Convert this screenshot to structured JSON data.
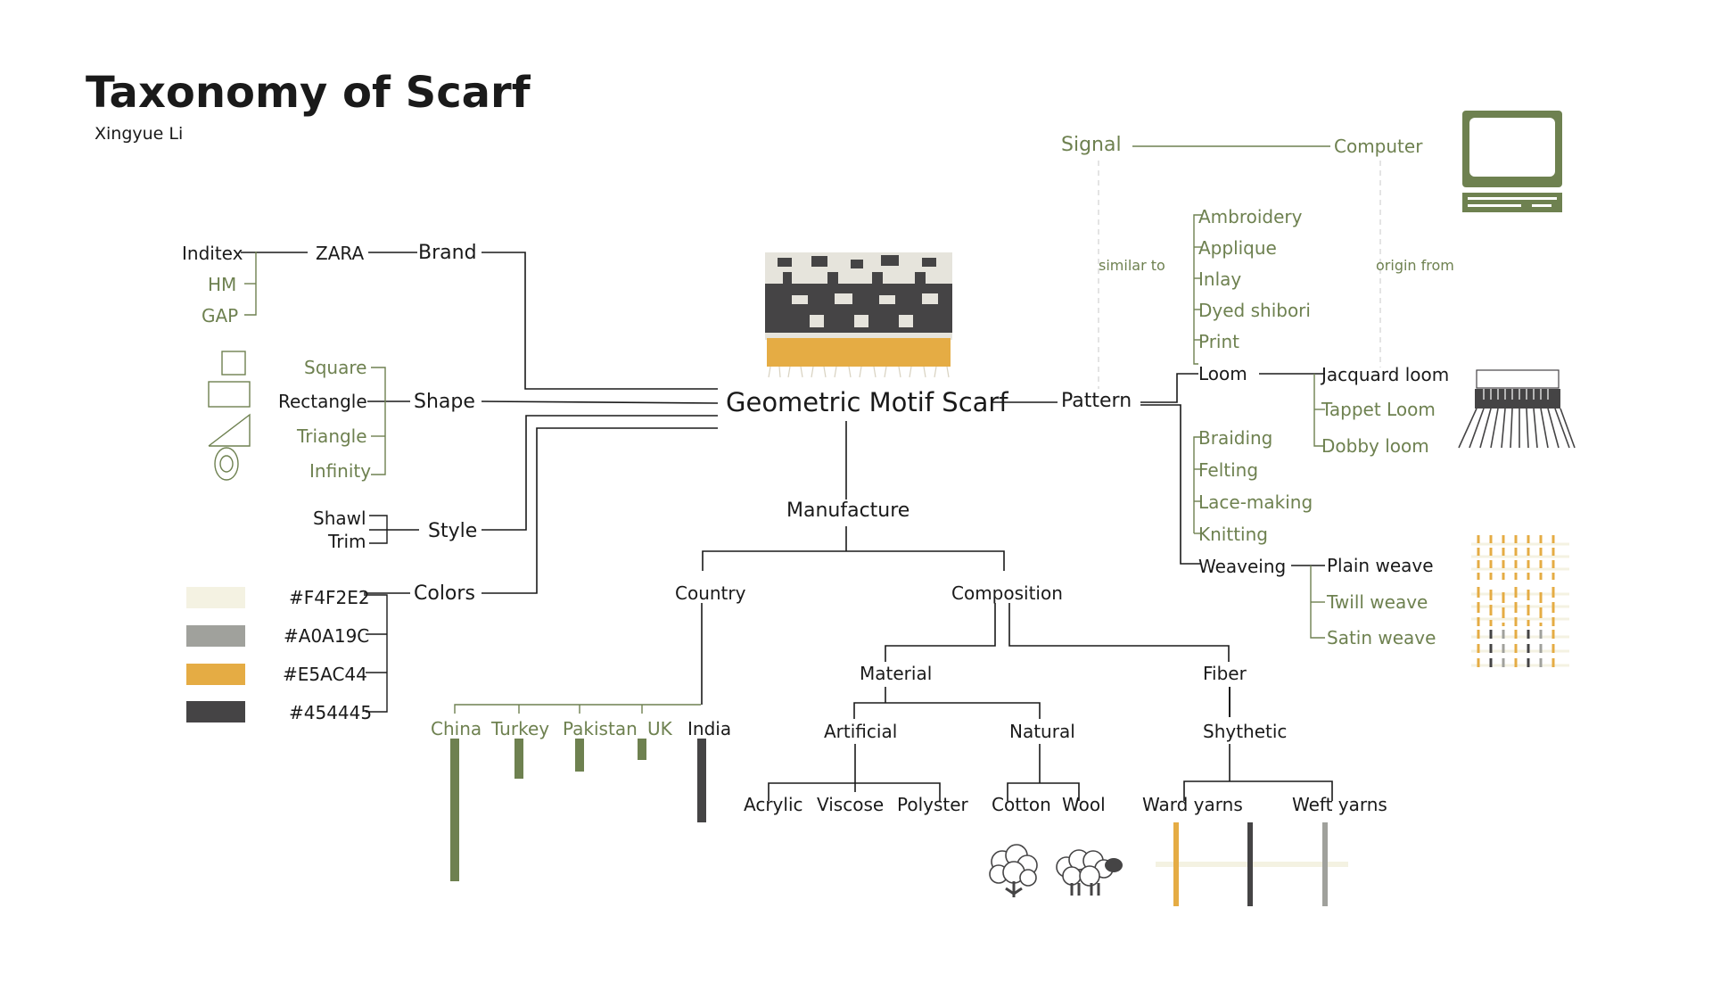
{
  "title": "Taxonomy of Scarf",
  "author": "Xingyue Li",
  "center": "Geometric Motif Scarf",
  "brand": {
    "label": "Brand",
    "zara": "ZARA",
    "companies": [
      "Inditex",
      "HM",
      "GAP"
    ]
  },
  "shape": {
    "label": "Shape",
    "items": [
      "Square",
      "Rectangle",
      "Triangle",
      "Infinity"
    ]
  },
  "style": {
    "label": "Style",
    "items": [
      "Shawl",
      "Trim"
    ]
  },
  "colors": {
    "label": "Colors",
    "items": [
      {
        "hex": "#F4F2E2",
        "label": "#F4F2E2"
      },
      {
        "hex": "#A0A19C",
        "label": "#A0A19C"
      },
      {
        "hex": "#E5AC44",
        "label": "#E5AC44"
      },
      {
        "hex": "#454445",
        "label": "#454445"
      }
    ]
  },
  "manufacture": {
    "label": "Manufacture",
    "country": {
      "label": "Country",
      "items": [
        {
          "name": "China",
          "share": 1.0
        },
        {
          "name": "Turkey",
          "share": 0.28
        },
        {
          "name": "Pakistan",
          "share": 0.23
        },
        {
          "name": "UK",
          "share": 0.15
        },
        {
          "name": "India",
          "share": 0.59
        }
      ]
    },
    "composition": {
      "label": "Composition",
      "material": {
        "label": "Material",
        "artificial": {
          "label": "Artificial",
          "items": [
            "Acrylic",
            "Viscose",
            "Polyster"
          ]
        },
        "natural": {
          "label": "Natural",
          "items": [
            "Cotton",
            "Wool"
          ]
        }
      },
      "fiber": {
        "label": "Fiber",
        "synthetic": {
          "label": "Shythetic",
          "items": [
            "Ward yarns",
            "Weft yarns"
          ]
        }
      }
    }
  },
  "pattern": {
    "label": "Pattern",
    "signal": "Signal",
    "computer": "Computer",
    "similar_to": "similar to",
    "origin_from": "origin from",
    "techniques": [
      "Ambroidery",
      "Applique",
      "Inlay",
      "Dyed shibori",
      "Print"
    ],
    "loom": {
      "label": "Loom",
      "items": [
        "Jacquard loom",
        "Tappet Loom",
        "Dobby loom"
      ]
    },
    "textiles": [
      "Braiding",
      "Felting",
      "Lace-making",
      "Knitting"
    ],
    "weaving": {
      "label": "Weaveing",
      "items": [
        "Plain weave",
        "Twill weave",
        "Satin weave"
      ]
    }
  },
  "palette": {
    "green": "#6e8150",
    "line": "#1a1a1a",
    "dashed": "#d9d9d9"
  }
}
